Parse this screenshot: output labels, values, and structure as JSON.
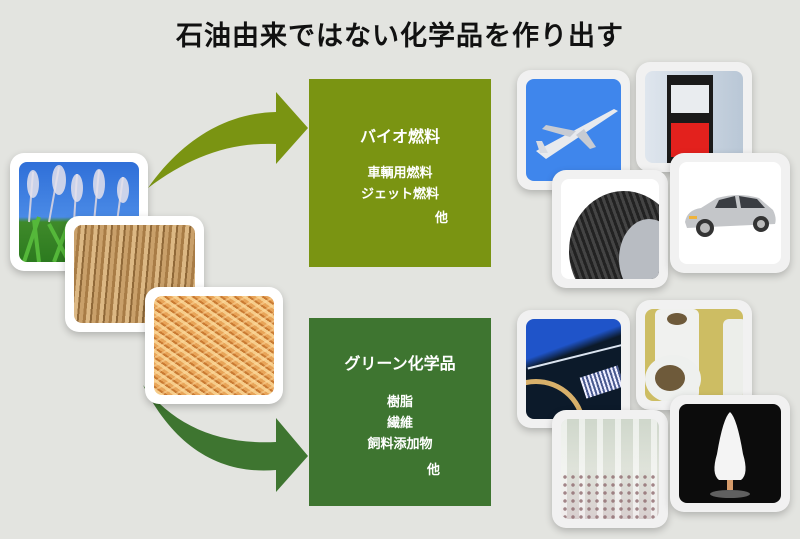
{
  "title": "石油由来ではない化学品を作り出す",
  "colors": {
    "background": "#e3e4e0",
    "biofuel_box": "#7a9412",
    "green_chem_box": "#3e7530",
    "title_text": "#111111",
    "box_text": "#ffffff"
  },
  "sources": {
    "images": [
      {
        "subject": "sugarcane plants against blue sky"
      },
      {
        "subject": "dry corn stalks"
      },
      {
        "subject": "straw"
      }
    ]
  },
  "biofuel": {
    "heading": "バイオ燃料",
    "items": [
      "車輌用燃料",
      "ジェット燃料"
    ],
    "other": "他",
    "images": [
      {
        "subject": "airplane"
      },
      {
        "subject": "gas pump"
      },
      {
        "subject": "tire"
      },
      {
        "subject": "silver car"
      }
    ]
  },
  "green_chemicals": {
    "heading": "グリーン化学品",
    "items": [
      "樹脂",
      "繊維",
      "飼料添加物"
    ],
    "other": "他",
    "images": [
      {
        "subject": "fiber textile"
      },
      {
        "subject": "plastic film rolls"
      },
      {
        "subject": "lace curtain"
      },
      {
        "subject": "white powder in flask"
      }
    ]
  }
}
